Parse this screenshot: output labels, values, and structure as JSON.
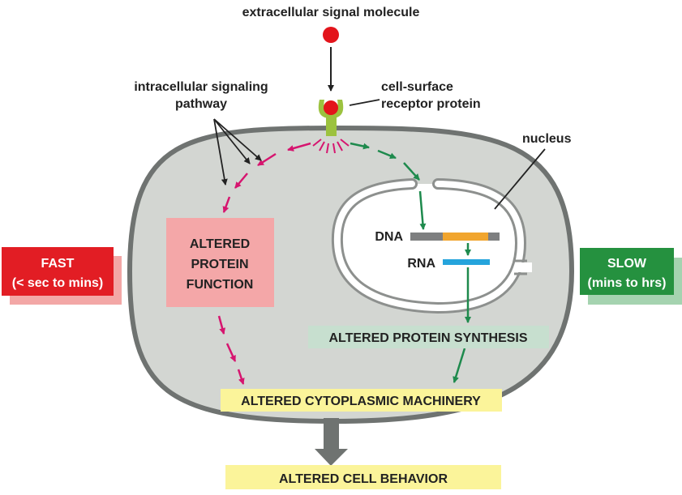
{
  "labels": {
    "signal_molecule": "extracellular signal molecule",
    "pathway_line1": "intracellular signaling",
    "pathway_line2": "pathway",
    "receptor_line1": "cell-surface",
    "receptor_line2": "receptor protein",
    "nucleus": "nucleus",
    "dna": "DNA",
    "rna": "RNA"
  },
  "boxes": {
    "protein_function": [
      "ALTERED",
      "PROTEIN",
      "FUNCTION"
    ],
    "protein_synthesis": "ALTERED PROTEIN SYNTHESIS",
    "cytoplasmic_machinery": "ALTERED CYTOPLASMIC MACHINERY",
    "cell_behavior": "ALTERED CELL BEHAVIOR"
  },
  "speed": {
    "fast_title": "FAST",
    "fast_range": "(< sec to mins)",
    "slow_title": "SLOW",
    "slow_range": "(mins to hrs)"
  },
  "colors": {
    "cell_fill": "#d3d6d2",
    "cell_border": "#6f7371",
    "signal_red": "#e3141b",
    "receptor_green": "#9cc23f",
    "fast_path": "#d6156f",
    "slow_path": "#1e8a4d",
    "protein_function_box": "#f4a7a8",
    "protein_synthesis_box": "#c7dfcf",
    "yellow_box": "#fbf49a",
    "fast_box": "#e21d24",
    "slow_box": "#25913f",
    "dna_gray": "#7e7f80",
    "dna_orange": "#f1a52e",
    "rna_blue": "#25a4dc"
  }
}
